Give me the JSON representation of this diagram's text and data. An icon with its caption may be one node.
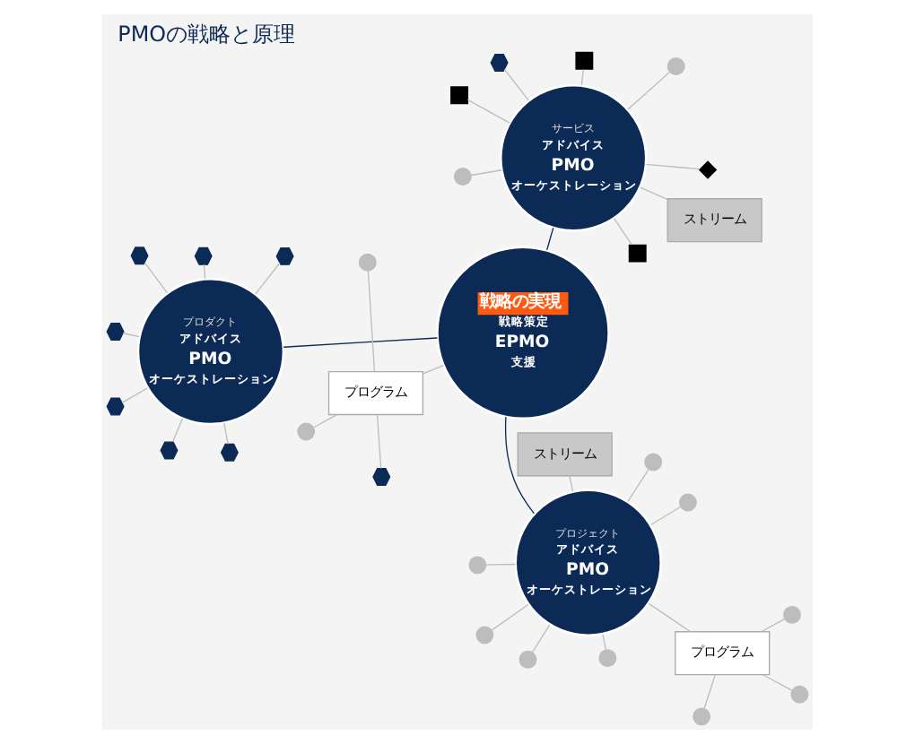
{
  "diagram": {
    "title": "PMOの戦略と原理",
    "nodes": [
      {
        "text": [
          "戦略の実現",
          "戦略策定",
          "EPMO",
          "支援"
        ]
      },
      {
        "text": [
          "プロジェクト",
          "アドバイス",
          "PMO",
          "オーケストレーション"
        ]
      },
      {
        "text": [
          "プロダクト",
          "アドバイス",
          "PMO",
          "オーケストレーション"
        ]
      },
      {
        "text": [
          "サービス",
          "アドバイス",
          "PMO",
          "オーケストレーション"
        ]
      },
      {
        "text": [
          "プログラム"
        ]
      },
      {
        "text": [
          "ストリーム"
        ]
      },
      {
        "text": [
          "プログラム"
        ]
      },
      {
        "text": [
          "ストリーム"
        ]
      },
      {
        "text": [],
        "shape": "circle"
      },
      {
        "text": [],
        "shape": "circle"
      },
      {
        "text": [],
        "shape": "circle"
      },
      {
        "text": [],
        "shape": "circle"
      },
      {
        "text": [],
        "shape": "circle"
      },
      {
        "text": [],
        "shape": "circle"
      },
      {
        "text": [],
        "shape": "circle"
      },
      {
        "text": [],
        "shape": "circle"
      },
      {
        "text": [],
        "shape": "circle"
      },
      {
        "text": [],
        "shape": "hexagon"
      },
      {
        "text": [],
        "shape": "hexagon"
      },
      {
        "text": [],
        "shape": "hexagon"
      },
      {
        "text": [],
        "shape": "hexagon"
      },
      {
        "text": [],
        "shape": "hexagon"
      },
      {
        "text": [],
        "shape": "hexagon"
      },
      {
        "text": [],
        "shape": "hexagon"
      },
      {
        "text": [],
        "shape": "circle"
      },
      {
        "text": [],
        "shape": "circle"
      },
      {
        "text": [],
        "shape": "hexagon"
      },
      {
        "text": [],
        "shape": "box"
      },
      {
        "text": [],
        "shape": "box"
      },
      {
        "text": [],
        "shape": "diamond"
      },
      {
        "text": [],
        "shape": "box"
      },
      {
        "text": [],
        "shape": "circle"
      },
      {
        "text": [],
        "shape": "circle"
      },
      {
        "text": [],
        "shape": "hexagon"
      }
    ],
    "edges": [
      {
        "from": 0,
        "to": 1,
        "arrow": "none",
        "color": "#0b2a55"
      },
      {
        "from": 0,
        "to": 2,
        "arrow": "none",
        "color": "#0b2a55"
      },
      {
        "from": 0,
        "to": 3,
        "arrow": "none",
        "color": "#0b2a55"
      },
      {
        "from": 0,
        "to": 6,
        "arrow": "none"
      },
      {
        "from": 1,
        "to": 4,
        "arrow": "none"
      },
      {
        "from": 1,
        "to": 5,
        "arrow": "none"
      },
      {
        "from": 1,
        "to": 8,
        "arrow": "none"
      },
      {
        "from": 1,
        "to": 9,
        "arrow": "none"
      },
      {
        "from": 1,
        "to": 10,
        "arrow": "none"
      },
      {
        "from": 1,
        "to": 11,
        "arrow": "none"
      },
      {
        "from": 1,
        "to": 12,
        "arrow": "none"
      },
      {
        "from": 1,
        "to": 13,
        "arrow": "none"
      },
      {
        "from": 4,
        "to": 14,
        "arrow": "none"
      },
      {
        "from": 4,
        "to": 15,
        "arrow": "none"
      },
      {
        "from": 4,
        "to": 16,
        "arrow": "none"
      },
      {
        "from": 2,
        "to": 17,
        "arrow": "none"
      },
      {
        "from": 2,
        "to": 18,
        "arrow": "none"
      },
      {
        "from": 2,
        "to": 19,
        "arrow": "none"
      },
      {
        "from": 2,
        "to": 20,
        "arrow": "none"
      },
      {
        "from": 2,
        "to": 21,
        "arrow": "none"
      },
      {
        "from": 2,
        "to": 22,
        "arrow": "none"
      },
      {
        "from": 2,
        "to": 23,
        "arrow": "none"
      },
      {
        "from": 6,
        "to": 24,
        "arrow": "none"
      },
      {
        "from": 6,
        "to": 25,
        "arrow": "none"
      },
      {
        "from": 6,
        "to": 26,
        "arrow": "none"
      },
      {
        "from": 3,
        "to": 27,
        "arrow": "none"
      },
      {
        "from": 3,
        "to": 28,
        "arrow": "none"
      },
      {
        "from": 3,
        "to": 29,
        "arrow": "none"
      },
      {
        "from": 3,
        "to": 30,
        "arrow": "none"
      },
      {
        "from": 3,
        "to": 31,
        "arrow": "none"
      },
      {
        "from": 3,
        "to": 32,
        "arrow": "none"
      },
      {
        "from": 3,
        "to": 33,
        "arrow": "none"
      },
      {
        "from": 3,
        "to": 7,
        "arrow": "none"
      }
    ]
  }
}
